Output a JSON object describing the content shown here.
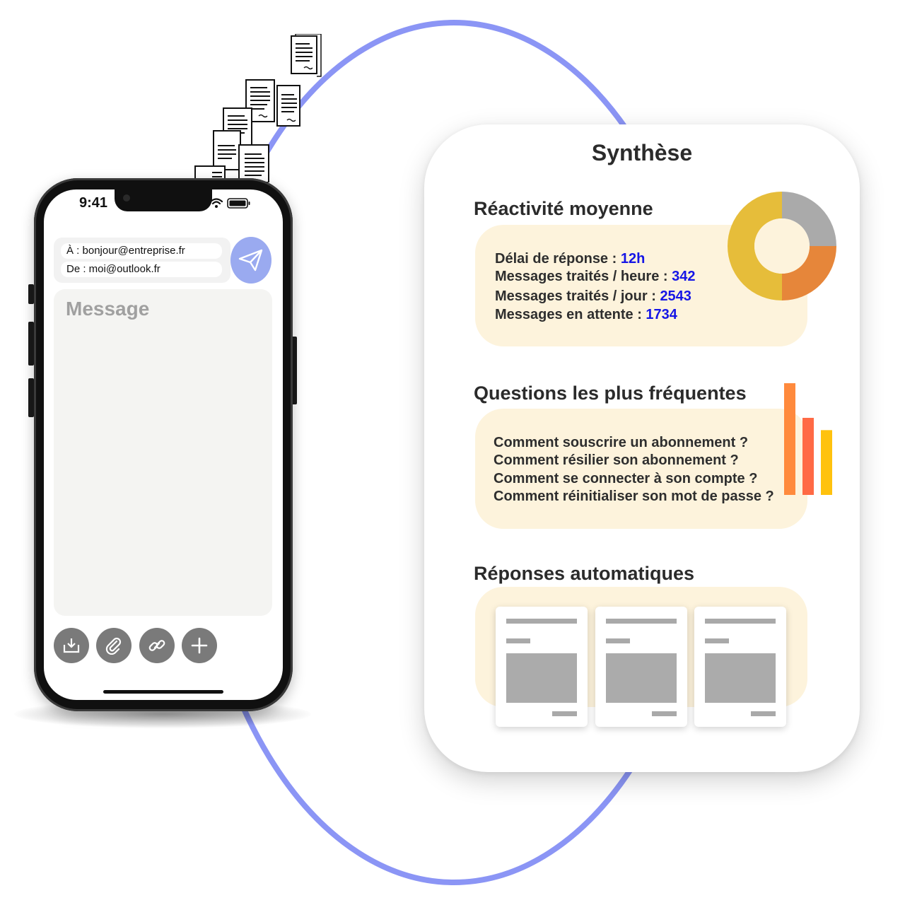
{
  "phone": {
    "time": "9:41",
    "to_field": "À : bonjour@entreprise.fr",
    "from_field": "De : moi@outlook.fr",
    "message_placeholder": "Message",
    "toolbar_icons": [
      "download-icon",
      "paperclip-icon",
      "link-icon",
      "plus-icon"
    ],
    "send_icon": "paper-plane-icon"
  },
  "summary": {
    "title": "Synthèse",
    "reactivity": {
      "title": "Réactivité moyenne",
      "stats": [
        {
          "label": "Délai de réponse :",
          "value": "12h"
        },
        {
          "label": "Messages traités / heure :",
          "value": "342"
        },
        {
          "label": "Messages traités / jour :",
          "value": "2543"
        },
        {
          "label": "Messages en attente :",
          "value": "1734"
        }
      ]
    },
    "faq": {
      "title": "Questions les plus fréquentes",
      "questions": [
        "Comment souscrire un abonnement ?",
        "Comment résilier son abonnement ?",
        "Comment se connecter à son compte ?",
        "Comment réinitialiser son mot de passe ?"
      ]
    },
    "auto_replies": {
      "title": "Réponses automatiques",
      "template_count": 3
    }
  },
  "colors": {
    "orbit": "#8b95f5",
    "panel": "#fdf3dc",
    "stat_value": "#1515e6",
    "send_button": "#9aaaf0",
    "donut": [
      "#aaaaaa",
      "#e6863a",
      "#e6bd3a"
    ],
    "bars": [
      "#ff8a3d",
      "#ff6a45",
      "#ffc20e"
    ]
  },
  "chart_data": [
    {
      "type": "pie",
      "variant": "donut",
      "values": [
        25,
        25,
        50
      ],
      "colors": [
        "#aaaaaa",
        "#e6863a",
        "#e6bd3a"
      ]
    },
    {
      "type": "bar",
      "values": [
        100,
        69,
        58
      ],
      "colors": [
        "#ff8a3d",
        "#ff6a45",
        "#ffc20e"
      ]
    }
  ]
}
